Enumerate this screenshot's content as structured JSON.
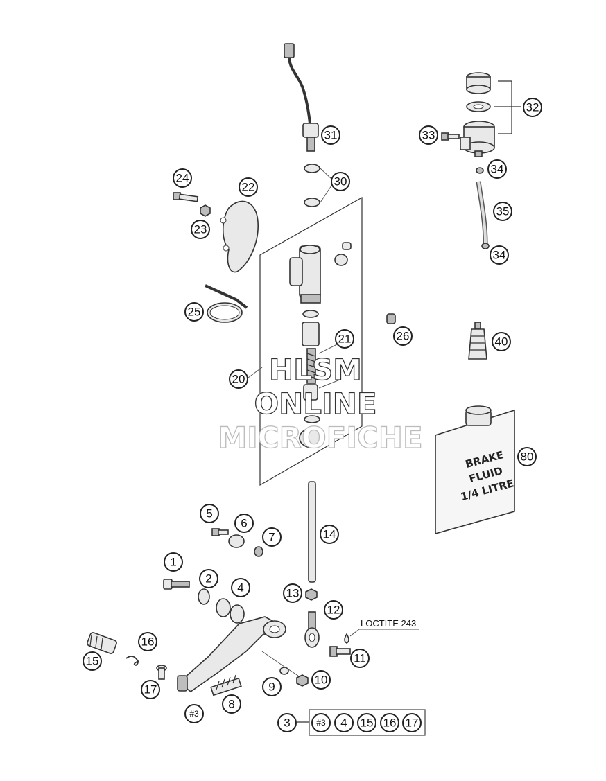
{
  "watermark": {
    "line1": "HLSM",
    "line2": "ONLINE",
    "line3": "MICROFICHE"
  },
  "can": {
    "line1": "BRAKE",
    "line2": "FLUID",
    "line3": "1/4 LITRE"
  },
  "note": {
    "loctite": "LOCTITE 243"
  },
  "callouts": {
    "c1": "1",
    "c2": "2",
    "c3": "3",
    "c4": "4",
    "c5": "5",
    "c6": "6",
    "c7": "7",
    "c8": "8",
    "c9": "9",
    "c10": "10",
    "c11": "11",
    "c12": "12",
    "c13": "13",
    "c14": "14",
    "c15": "15",
    "c16": "16",
    "c17": "17",
    "c20": "20",
    "c21": "21",
    "c22": "22",
    "c23": "23",
    "c24": "24",
    "c25": "25",
    "c26": "26",
    "c30": "30",
    "c31": "31",
    "c32": "32",
    "c33": "33",
    "c34a": "34",
    "c34b": "34",
    "c35": "35",
    "c40": "40",
    "c80": "80",
    "c3b": "#3"
  },
  "kit": {
    "items": [
      "#3",
      "4",
      "15",
      "16",
      "17"
    ]
  }
}
